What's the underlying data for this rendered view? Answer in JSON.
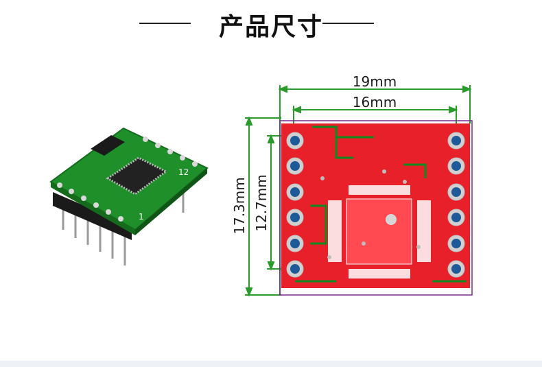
{
  "header": {
    "title": "产品尺寸"
  },
  "dimensions": {
    "width_outer": "19mm",
    "width_inner": "16mm",
    "height_outer": "17.3mm",
    "height_inner": "12.7mm"
  },
  "module": {
    "pin_label_1": "1",
    "pin_label_12": "12"
  },
  "colors": {
    "pcb_green": "#1f8f2a",
    "copper_red": "#e8202a",
    "dimension_green": "#2a9a2a",
    "board_outline": "#7a2a8a"
  }
}
